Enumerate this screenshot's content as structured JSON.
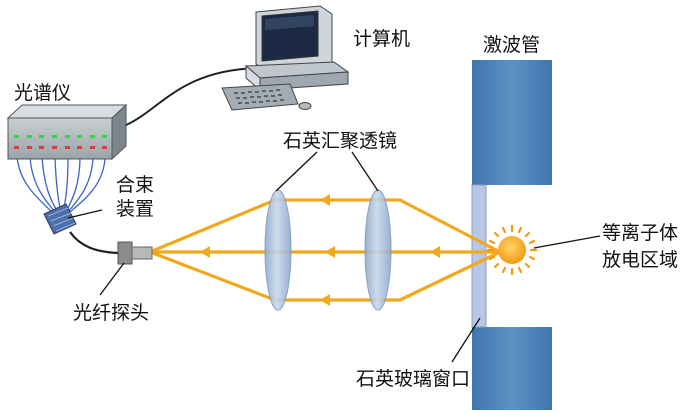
{
  "labels": {
    "spectrometer": "光谱仪",
    "computer": "计算机",
    "shock_tube": "激波管",
    "lenses": "石英汇聚透镜",
    "combiner_line1": "合束",
    "combiner_line2": "装置",
    "plasma_line1": "等离子体",
    "plasma_line2": "放电区域",
    "fiber_probe": "光纤探头",
    "window": "石英玻璃窗口"
  },
  "colors": {
    "shock_tube": "#4a82b6",
    "beam": "#f2a81c",
    "lens": "#a9bfdc",
    "plasma": "#f5a623",
    "spectrometer": "#6f7c84"
  }
}
